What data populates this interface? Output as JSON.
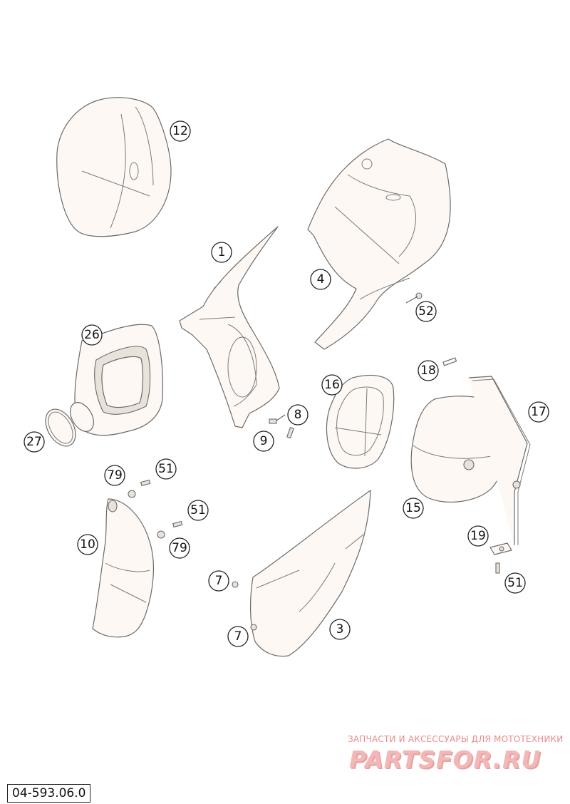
{
  "diagram": {
    "code": "04-593.06.0",
    "callouts": [
      "12",
      "1",
      "4",
      "52",
      "26",
      "27",
      "9",
      "8",
      "16",
      "18",
      "17",
      "15",
      "79",
      "51",
      "51",
      "10",
      "79",
      "7",
      "7",
      "3",
      "19",
      "51"
    ]
  },
  "watermark": {
    "subtitle": "ЗАПЧАСТИ И АКСЕССУАРЫ ДЛЯ МОТОТЕХНИКИ",
    "logo": "PARTSFOR.RU"
  }
}
